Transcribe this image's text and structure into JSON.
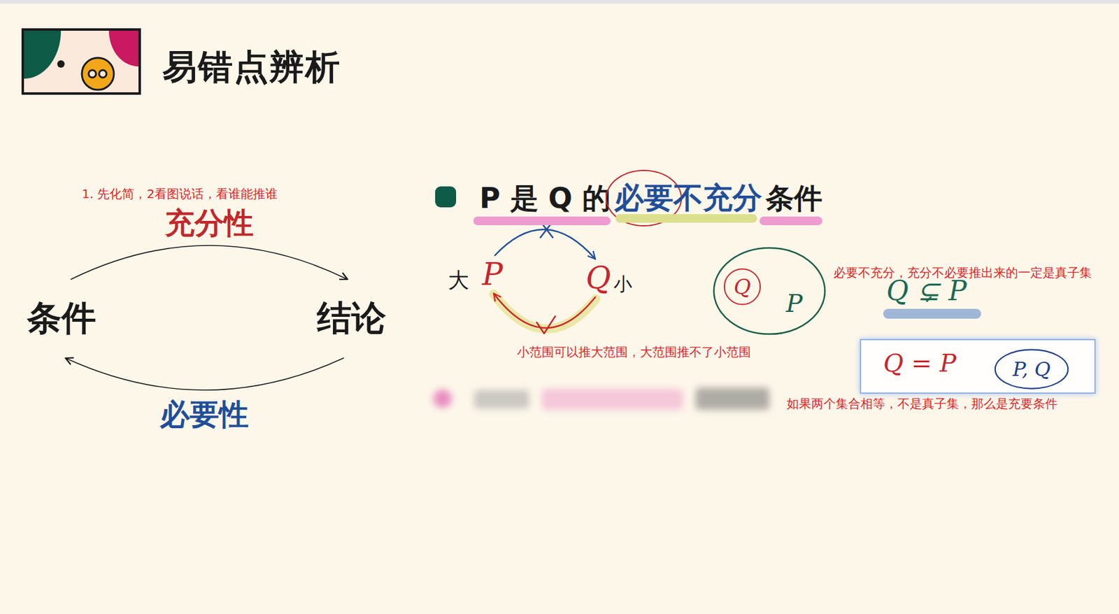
{
  "diagram": {
    "title": "易错点辨析",
    "nodes": [
      {
        "text": [
          "条件"
        ]
      },
      {
        "text": [
          "结论"
        ]
      },
      {
        "text": [
          "P"
        ]
      },
      {
        "text": [
          "Q"
        ]
      },
      {
        "text": [
          "P"
        ]
      },
      {
        "text": [
          "Q"
        ],
        "in": 4
      },
      {
        "text": [
          "Q = P"
        ]
      },
      {
        "text": [
          "P, Q"
        ],
        "in": 6
      }
    ],
    "edges": [
      {
        "from": 0,
        "to": 1,
        "label": "充分性",
        "arrow": "to"
      },
      {
        "from": 1,
        "to": 0,
        "label": "必要性",
        "arrow": "to"
      },
      {
        "from": 2,
        "to": 3,
        "arrow": "to"
      },
      {
        "from": 3,
        "to": 2,
        "arrow": "to"
      }
    ],
    "labels": [
      "1. 先化简，2看图说话，看谁能推谁",
      "P 是 Q 的",
      "必要不充分",
      "条件",
      "大",
      "小",
      "小范围可以推大范围，大范围推不了小范围",
      "必要不充分，充分不必要推出来的一定是真子集",
      "Q ⊊ P",
      "如果两个集合相等，不是真子集，那么是充要条件"
    ]
  }
}
